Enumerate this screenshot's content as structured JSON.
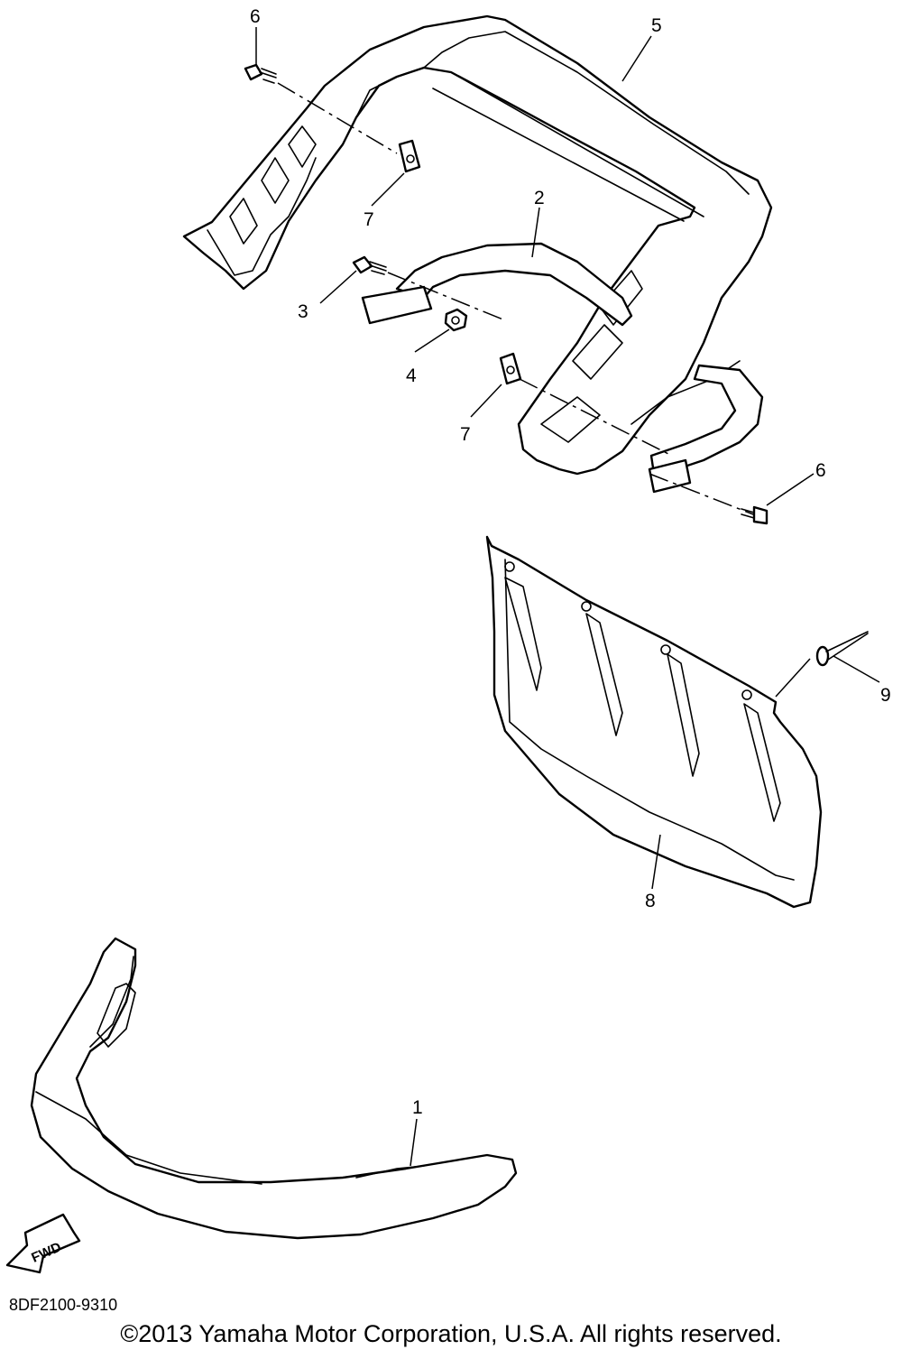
{
  "drawing": {
    "code": "8DF2100-9310",
    "copyright": "©2013 Yamaha Motor Corporation, U.S.A. All rights reserved.",
    "fwd_label": "FWD"
  },
  "callouts": [
    {
      "id": "6a",
      "label": "6"
    },
    {
      "id": "5",
      "label": "5"
    },
    {
      "id": "7a",
      "label": "7"
    },
    {
      "id": "2",
      "label": "2"
    },
    {
      "id": "3",
      "label": "3"
    },
    {
      "id": "4",
      "label": "4"
    },
    {
      "id": "7b",
      "label": "7"
    },
    {
      "id": "6b",
      "label": "6"
    },
    {
      "id": "9",
      "label": "9"
    },
    {
      "id": "8",
      "label": "8"
    },
    {
      "id": "1",
      "label": "1"
    }
  ]
}
